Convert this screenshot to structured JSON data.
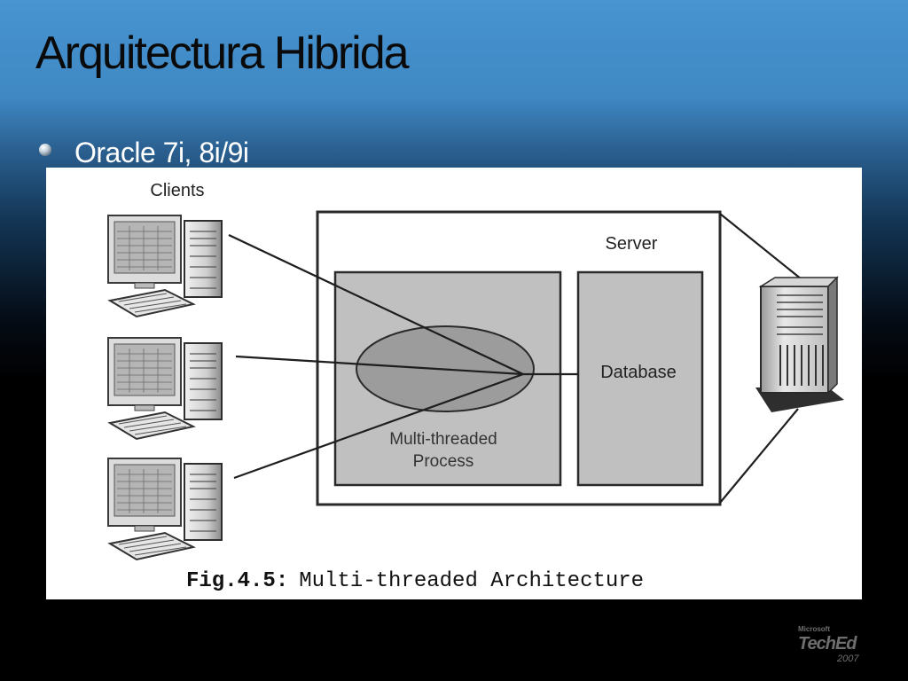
{
  "slide": {
    "title": "Arquitectura Hibrida",
    "bullet": "Oracle 7i, 8i/9i"
  },
  "diagram": {
    "clients_label": "Clients",
    "server_label": "Server",
    "process_label_line1": "Multi-threaded",
    "process_label_line2": "Process",
    "database_label": "Database",
    "caption_prefix": "Fig.4.5:",
    "caption_text": "Multi-threaded Architecture"
  },
  "logo": {
    "line1": "Microsoft",
    "line2": "TechEd",
    "line3": "2007"
  },
  "colors": {
    "background_top": "#4794d0",
    "background_bottom": "#000000",
    "box_fill": "#c0c0c0",
    "ellipse_fill": "#9a9a9a"
  }
}
